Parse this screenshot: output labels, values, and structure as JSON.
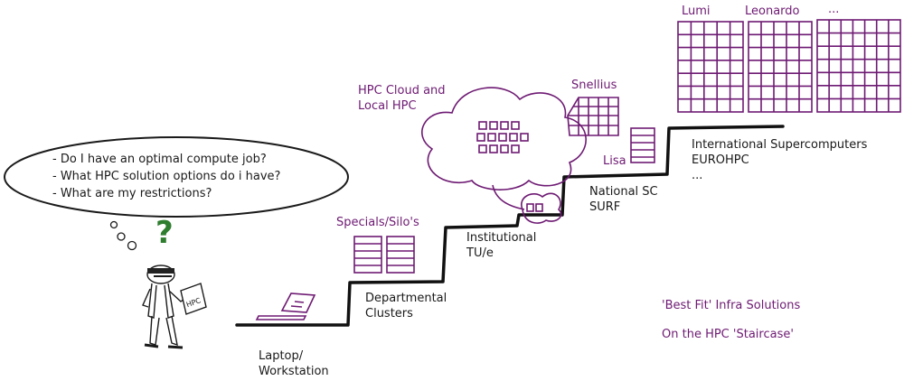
{
  "colors": {
    "ink": "#1a1a1a",
    "purple": "#6e1a73",
    "green": "#2f7d2f"
  },
  "thought_bubble": {
    "lines": [
      "- Do I have an optimal compute job?",
      "- What HPC solution options do i have?",
      "- What are my restrictions?"
    ]
  },
  "question_mark": "?",
  "figure": {
    "paper_text": "HPC"
  },
  "steps": {
    "laptop": {
      "line1": "Laptop/",
      "line2": "Workstation"
    },
    "departmental": {
      "line1": "Departmental",
      "line2": "Clusters"
    },
    "institutional": {
      "line1": "Institutional",
      "line2": "TU/e"
    },
    "national": {
      "line1": "National SC",
      "line2": "SURF"
    },
    "international": {
      "line1": "International Supercomputers",
      "line2": "EUROHPC",
      "line3": "..."
    }
  },
  "labels": {
    "specials": "Specials/Silo's",
    "hpc_cloud_line1": "HPC Cloud and",
    "hpc_cloud_line2": "Local HPC",
    "snellius": "Snellius",
    "lisa": "Lisa",
    "lumi": "Lumi",
    "leonardo": "Leonardo",
    "more": "..."
  },
  "caption": {
    "line1": "'Best Fit' Infra Solutions",
    "line2": "On the HPC 'Staircase'"
  }
}
